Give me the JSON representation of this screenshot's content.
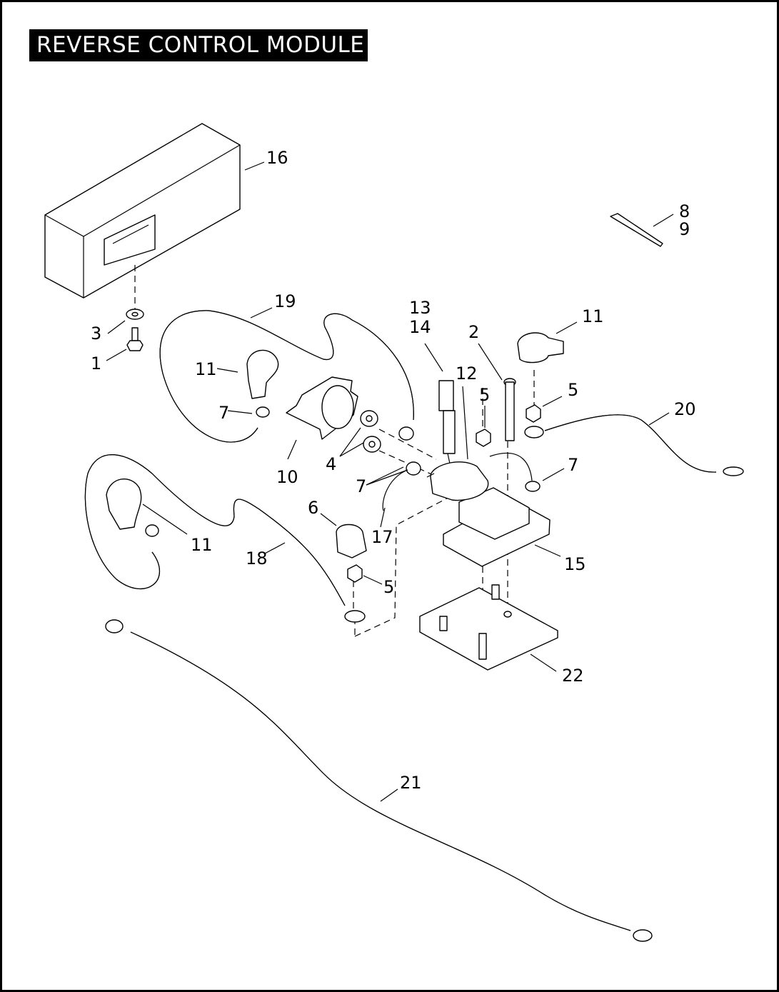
{
  "title": "REVERSE CONTROL MODULE",
  "callouts": {
    "c1": "1",
    "c2": "2",
    "c3": "3",
    "c4": "4",
    "c5a": "5",
    "c5b": "5",
    "c5c": "5",
    "c6": "6",
    "c7a": "7",
    "c7b": "7",
    "c7c": "7",
    "c8": "8",
    "c9": "9",
    "c10": "10",
    "c11a": "11",
    "c11b": "11",
    "c11c": "11",
    "c12": "12",
    "c13": "13",
    "c14": "14",
    "c15": "15",
    "c16": "16",
    "c17": "17",
    "c18": "18",
    "c19": "19",
    "c20": "20",
    "c21": "21",
    "c22": "22"
  }
}
